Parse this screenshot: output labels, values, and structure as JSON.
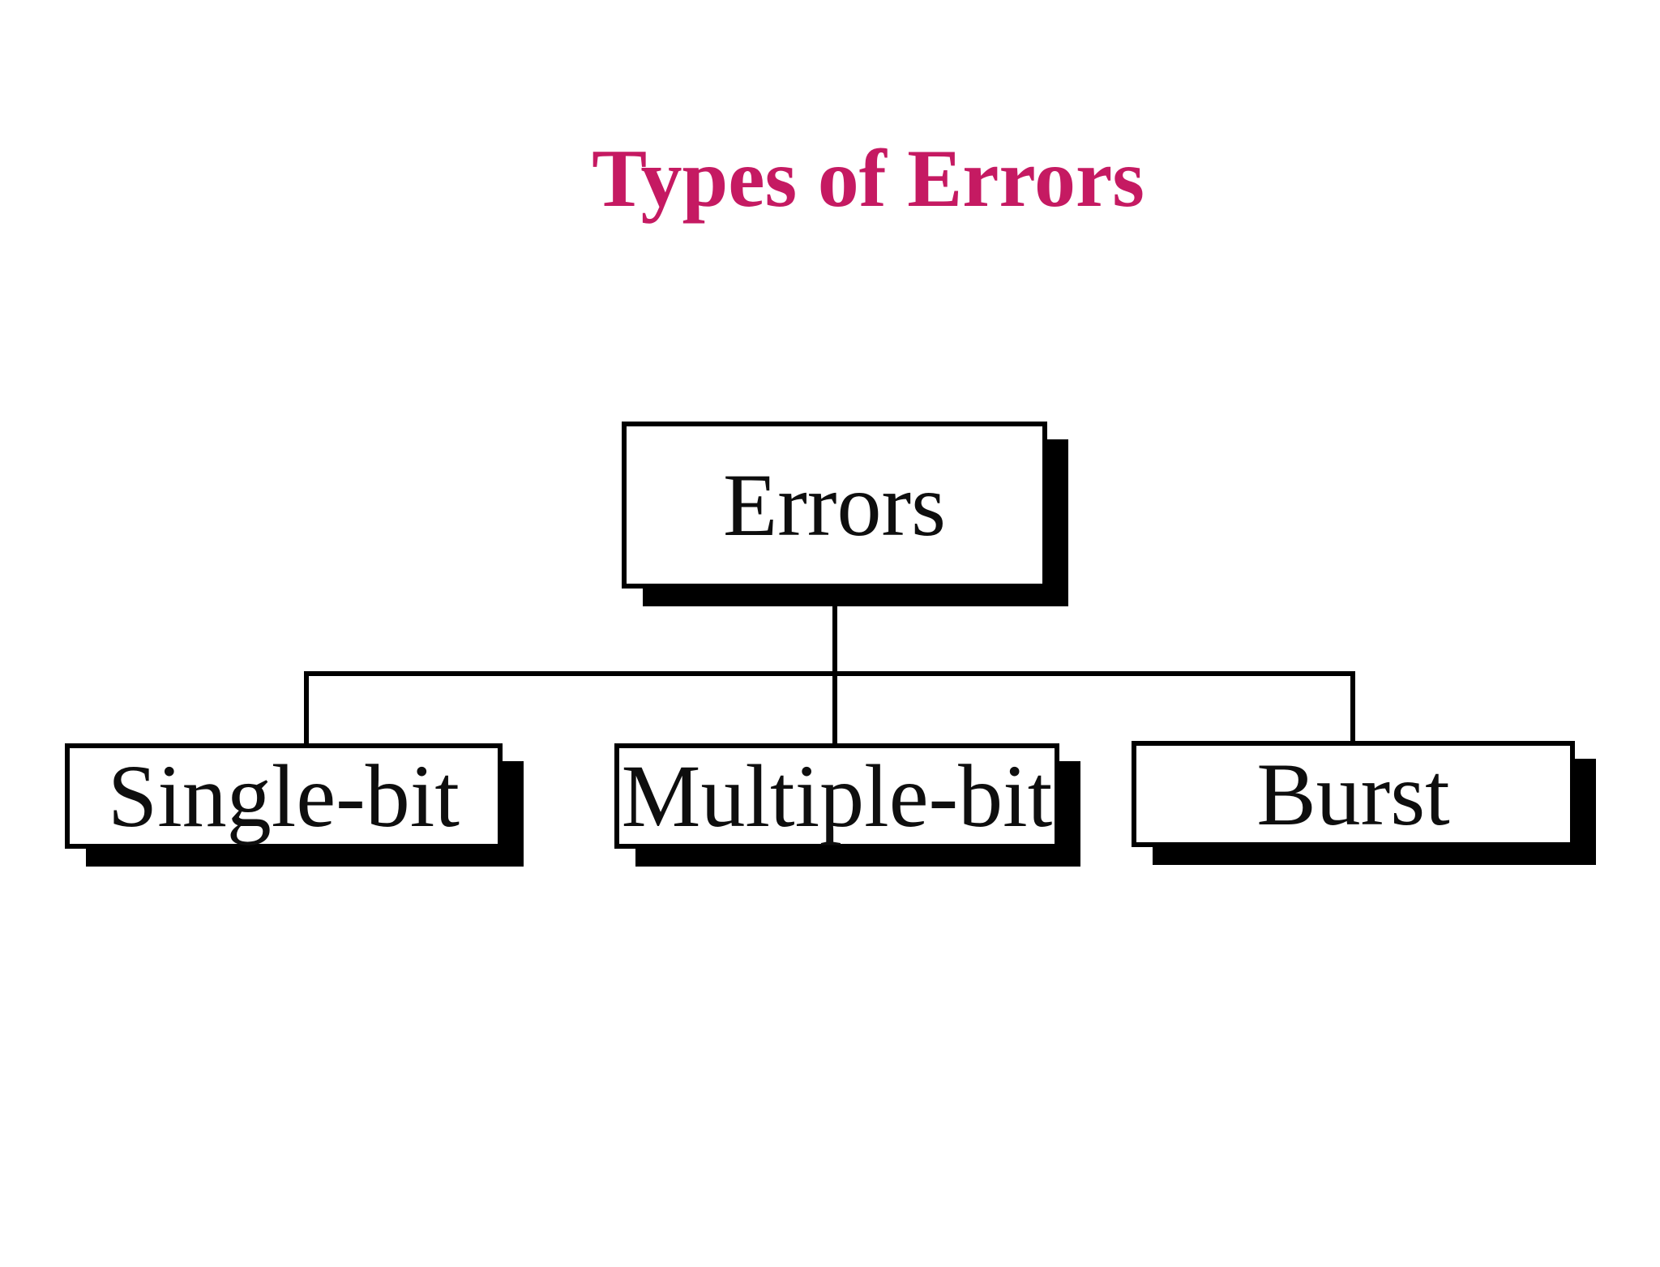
{
  "title": {
    "text": "Types of Errors"
  },
  "colors": {
    "page-bg": "#ffffff",
    "title": "#c51a62",
    "line": "#000000",
    "box-border": "#000000",
    "box-bg": "#ffffff",
    "box-shadow": "#000000",
    "label": "#0e0e0e"
  },
  "tree": {
    "root": {
      "label": "Errors"
    },
    "children": [
      {
        "label": "Single-bit"
      },
      {
        "label": "Multiple-bit"
      },
      {
        "label": "Burst"
      }
    ]
  }
}
